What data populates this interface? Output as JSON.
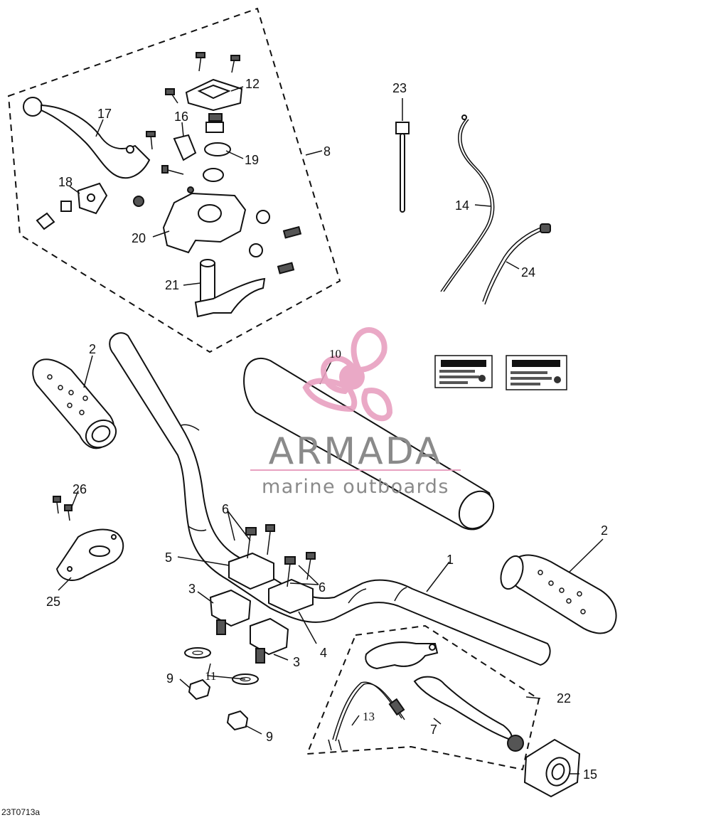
{
  "figure_code": "23T0713a",
  "watermark": {
    "brand": "ARMADA",
    "tagline": "marine outboards",
    "color_pink": "#e8a0c0",
    "color_gray": "#8a8a8a"
  },
  "callouts": {
    "c1": "1",
    "c2a": "2",
    "c2b": "2",
    "c3a": "3",
    "c3b": "3",
    "c4": "4",
    "c5": "5",
    "c6a": "6",
    "c6b": "6",
    "c7": "7",
    "c8": "8",
    "c9a": "9",
    "c9b": "9",
    "c10": "10",
    "c11": "11",
    "c12": "12",
    "c13": "13",
    "c14": "14",
    "c15": "15",
    "c16": "16",
    "c17": "17",
    "c18": "18",
    "c19": "19",
    "c20": "20",
    "c21": "21",
    "c22": "22",
    "c23": "23",
    "c24": "24",
    "c25": "25",
    "c26": "26"
  }
}
